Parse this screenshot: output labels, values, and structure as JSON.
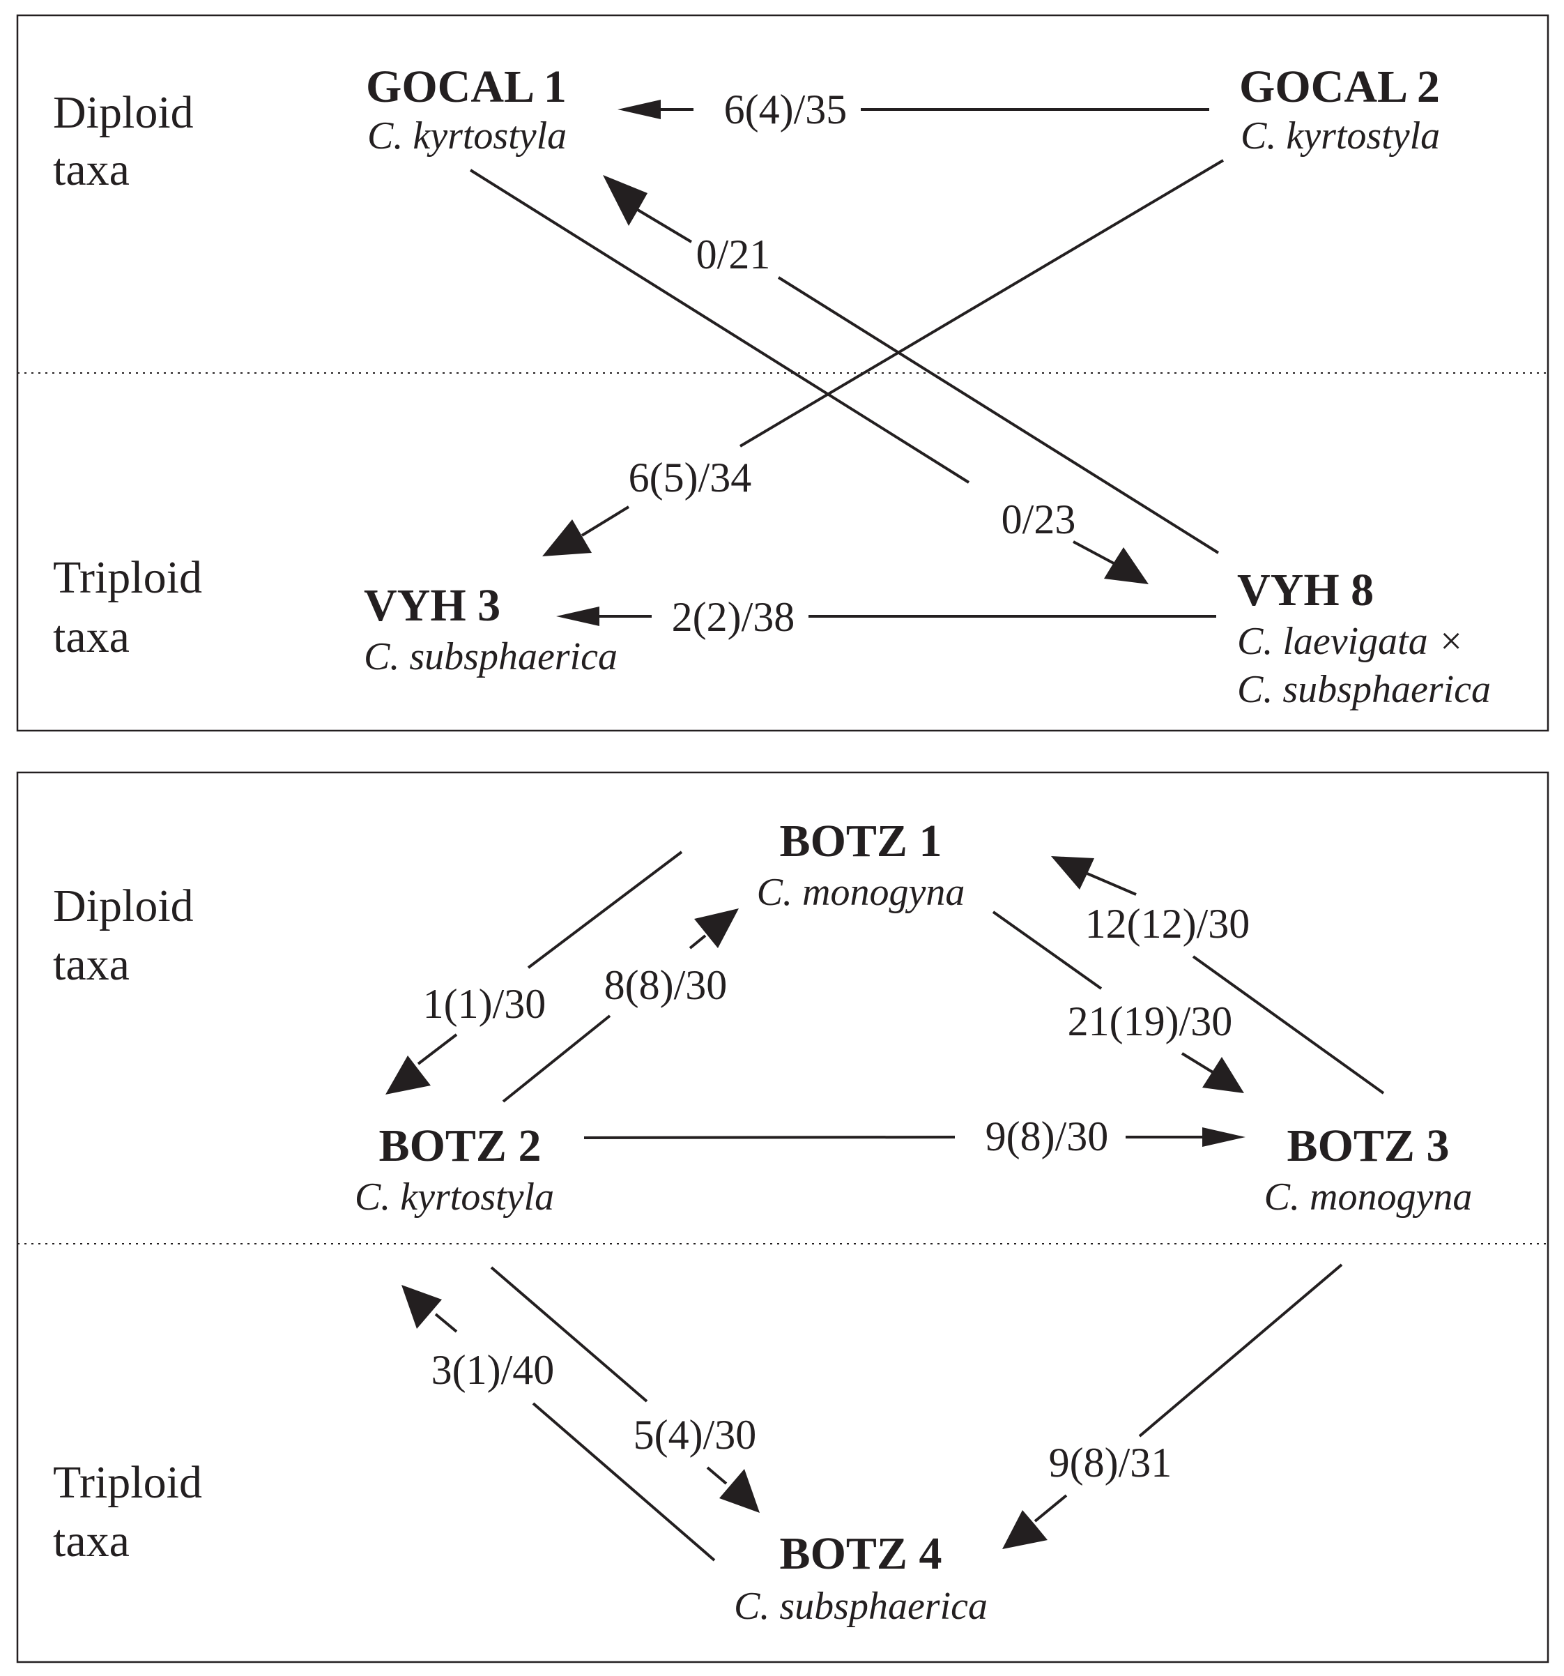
{
  "panels": [
    {
      "row_labels": {
        "top": [
          "Diploid",
          "taxa"
        ],
        "bottom": [
          "Triploid",
          "taxa"
        ]
      },
      "nodes": [
        {
          "id": "gocal1",
          "name": "GOCAL 1",
          "taxon": [
            "C. kyrtostyla"
          ]
        },
        {
          "id": "gocal2",
          "name": "GOCAL 2",
          "taxon": [
            "C. kyrtostyla"
          ]
        },
        {
          "id": "vyh3",
          "name": "VYH 3",
          "taxon": [
            "C. subsphaerica"
          ]
        },
        {
          "id": "vyh8",
          "name": "VYH 8",
          "taxon": [
            "C. laevigata ×",
            "C. subsphaerica"
          ]
        }
      ],
      "edges": [
        {
          "from": "gocal2",
          "to": "gocal1",
          "label": "6(4)/35"
        },
        {
          "from": "vyh8",
          "to": "gocal1",
          "label": "0/21"
        },
        {
          "from": "gocal2",
          "to": "vyh3",
          "label": "6(5)/34"
        },
        {
          "from": "gocal1",
          "to": "vyh8",
          "label": "0/23"
        },
        {
          "from": "vyh8",
          "to": "vyh3",
          "label": "2(2)/38"
        }
      ]
    },
    {
      "row_labels": {
        "top": [
          "Diploid",
          "taxa"
        ],
        "bottom": [
          "Triploid",
          "taxa"
        ]
      },
      "nodes": [
        {
          "id": "botz1",
          "name": "BOTZ 1",
          "taxon": [
            "C. monogyna"
          ]
        },
        {
          "id": "botz2",
          "name": "BOTZ 2",
          "taxon": [
            "C. kyrtostyla"
          ]
        },
        {
          "id": "botz3",
          "name": "BOTZ 3",
          "taxon": [
            "C. monogyna"
          ]
        },
        {
          "id": "botz4",
          "name": "BOTZ 4",
          "taxon": [
            "C. subsphaerica"
          ]
        }
      ],
      "edges": [
        {
          "from": "botz1",
          "to": "botz2",
          "label": "1(1)/30"
        },
        {
          "from": "botz2",
          "to": "botz1",
          "label": "8(8)/30"
        },
        {
          "from": "botz3",
          "to": "botz1",
          "label": "12(12)/30"
        },
        {
          "from": "botz1",
          "to": "botz3",
          "label": "21(19)/30"
        },
        {
          "from": "botz2",
          "to": "botz3",
          "label": "9(8)/30"
        },
        {
          "from": "botz4",
          "to": "botz2",
          "label": "3(1)/40"
        },
        {
          "from": "botz2",
          "to": "botz4",
          "label": "5(4)/30"
        },
        {
          "from": "botz3",
          "to": "botz4",
          "label": "9(8)/31"
        }
      ]
    }
  ]
}
